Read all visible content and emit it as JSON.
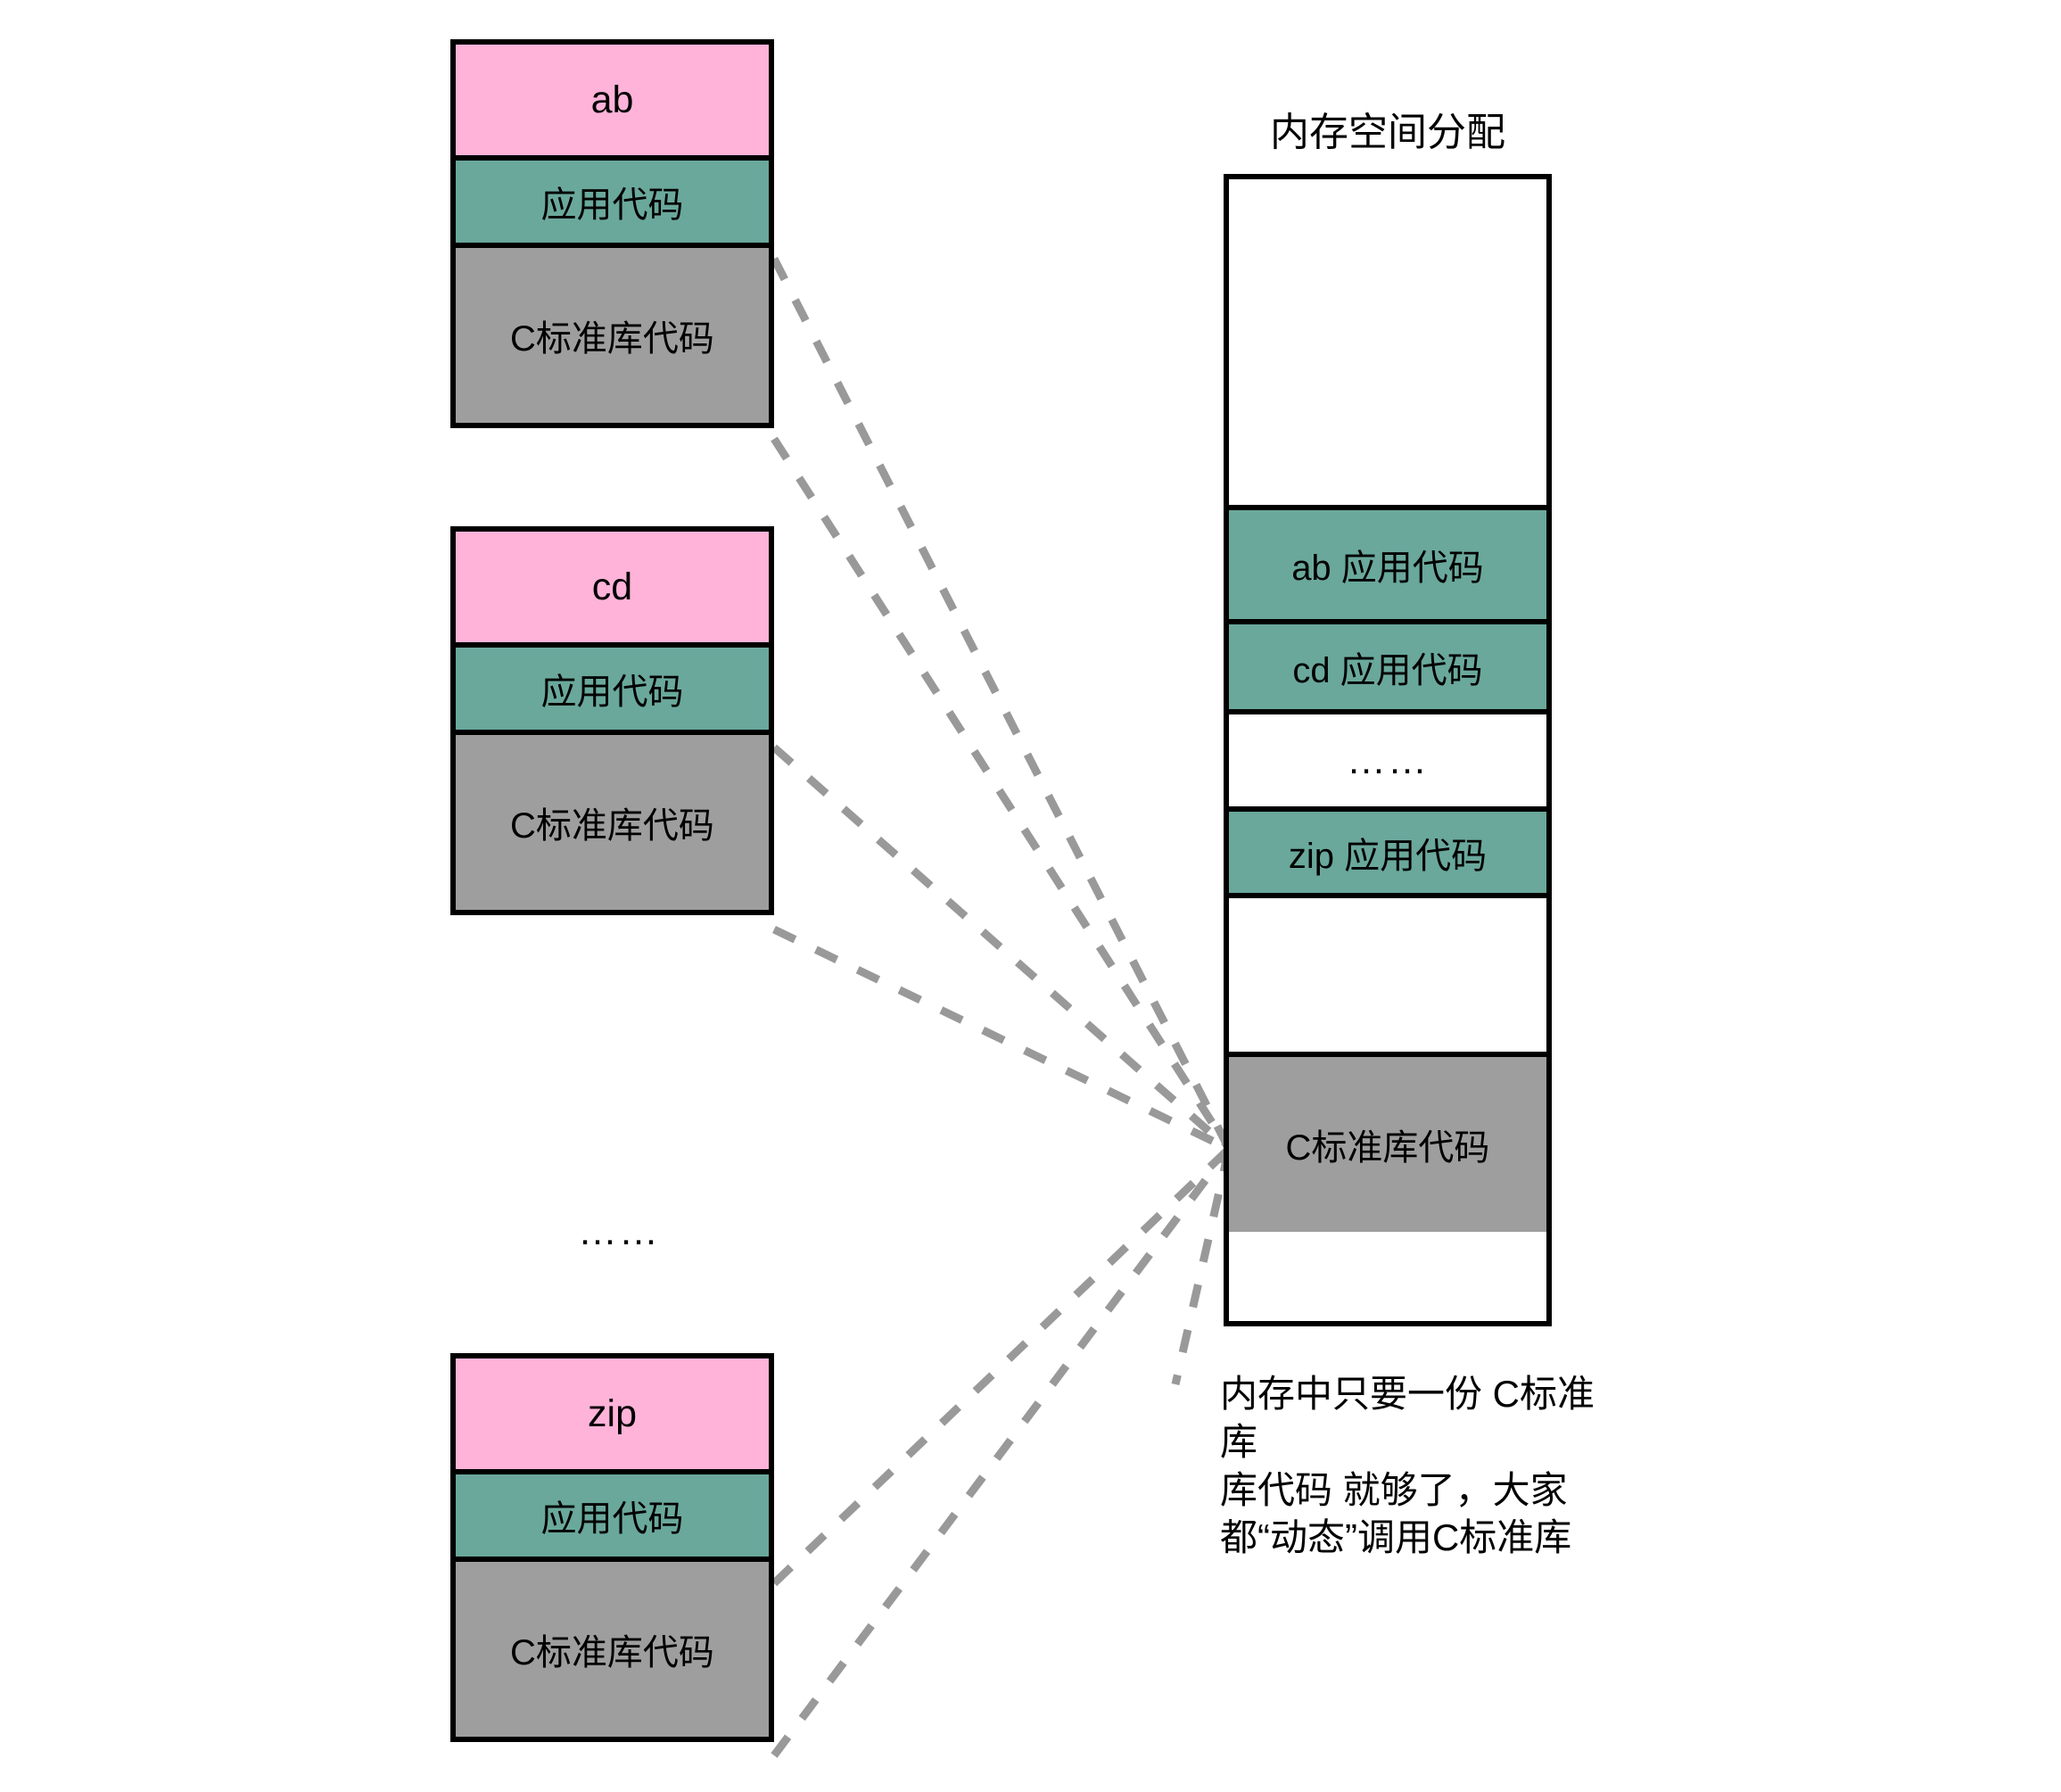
{
  "diagram": {
    "title": "内存空间分配",
    "caption": "内存中只要一份 C标准库\n库代码 就够了，大家\n都“动态”调用C标准库",
    "labels": {
      "app_code": "应用代码",
      "libc_code": "C标准库代码",
      "ellipsis": "……"
    },
    "colors": {
      "pink": "#ffb3d9",
      "teal": "#6aa89c",
      "gray": "#9e9e9e",
      "outline": "#000000",
      "dashed_line": "#999999",
      "background": "#ffffff"
    },
    "programs": [
      {
        "name": "ab",
        "segments": [
          {
            "kind": "name",
            "label": "ab"
          },
          {
            "kind": "app",
            "label": "应用代码"
          },
          {
            "kind": "libc",
            "label": "C标准库代码"
          }
        ]
      },
      {
        "name": "cd",
        "segments": [
          {
            "kind": "name",
            "label": "cd"
          },
          {
            "kind": "app",
            "label": "应用代码"
          },
          {
            "kind": "libc",
            "label": "C标准库代码"
          }
        ]
      },
      {
        "name": "zip",
        "segments": [
          {
            "kind": "name",
            "label": "zip"
          },
          {
            "kind": "app",
            "label": "应用代码"
          },
          {
            "kind": "libc",
            "label": "C标准库代码"
          }
        ]
      }
    ],
    "left_column_ellipsis": "……",
    "memory_segments": [
      {
        "kind": "empty",
        "label": ""
      },
      {
        "kind": "app",
        "label": "ab 应用代码"
      },
      {
        "kind": "app",
        "label": "cd 应用代码"
      },
      {
        "kind": "dots",
        "label": "……"
      },
      {
        "kind": "app",
        "label": "zip 应用代码"
      },
      {
        "kind": "empty",
        "label": ""
      },
      {
        "kind": "libc",
        "label": "C标准库代码"
      }
    ]
  }
}
